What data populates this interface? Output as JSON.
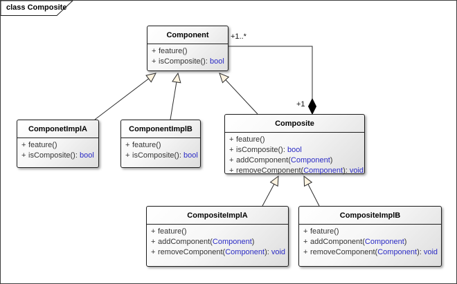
{
  "frame": {
    "label": "class Composite"
  },
  "colors": {
    "line": "#2b2b2b",
    "type_text": "#2a2ac4",
    "arrowhead_fill": "#fdf3e0",
    "diamond_fill": "#000000"
  },
  "relations": {
    "composition": {
      "source_mult": "+1",
      "target_mult": "+1..*"
    }
  },
  "classes": [
    {
      "name": "Component",
      "methods": [
        {
          "visibility": "+",
          "segments": [
            {
              "text": "feature()",
              "kind": "name"
            }
          ]
        },
        {
          "visibility": "+",
          "segments": [
            {
              "text": "isComposite(): ",
              "kind": "name"
            },
            {
              "text": "bool",
              "kind": "type"
            }
          ]
        }
      ]
    },
    {
      "name": "ComponetImplA",
      "methods": [
        {
          "visibility": "+",
          "segments": [
            {
              "text": "feature()",
              "kind": "name"
            }
          ]
        },
        {
          "visibility": "+",
          "segments": [
            {
              "text": "isComposite(): ",
              "kind": "name"
            },
            {
              "text": "bool",
              "kind": "type"
            }
          ]
        }
      ]
    },
    {
      "name": "ComponentImplB",
      "methods": [
        {
          "visibility": "+",
          "segments": [
            {
              "text": "feature()",
              "kind": "name"
            }
          ]
        },
        {
          "visibility": "+",
          "segments": [
            {
              "text": "isComposite(): ",
              "kind": "name"
            },
            {
              "text": "bool",
              "kind": "type"
            }
          ]
        }
      ]
    },
    {
      "name": "Composite",
      "methods": [
        {
          "visibility": "+",
          "segments": [
            {
              "text": "feature()",
              "kind": "name"
            }
          ]
        },
        {
          "visibility": "+",
          "segments": [
            {
              "text": "isComposite(): ",
              "kind": "name"
            },
            {
              "text": "bool",
              "kind": "type"
            }
          ]
        },
        {
          "visibility": "+",
          "segments": [
            {
              "text": "addComponent(",
              "kind": "name"
            },
            {
              "text": "Component",
              "kind": "type"
            },
            {
              "text": ")",
              "kind": "name"
            }
          ]
        },
        {
          "visibility": "+",
          "segments": [
            {
              "text": "removeComponent(",
              "kind": "name"
            },
            {
              "text": "Component",
              "kind": "type"
            },
            {
              "text": "): ",
              "kind": "name"
            },
            {
              "text": "void",
              "kind": "type"
            }
          ]
        }
      ]
    },
    {
      "name": "CompositeImplA",
      "methods": [
        {
          "visibility": "+",
          "segments": [
            {
              "text": "feature()",
              "kind": "name"
            }
          ]
        },
        {
          "visibility": "+",
          "segments": [
            {
              "text": "addComponent(",
              "kind": "name"
            },
            {
              "text": "Component",
              "kind": "type"
            },
            {
              "text": ")",
              "kind": "name"
            }
          ]
        },
        {
          "visibility": "+",
          "segments": [
            {
              "text": "removeComponent(",
              "kind": "name"
            },
            {
              "text": "Component",
              "kind": "type"
            },
            {
              "text": "): ",
              "kind": "name"
            },
            {
              "text": "void",
              "kind": "type"
            }
          ]
        }
      ]
    },
    {
      "name": "CompositeImplB",
      "methods": [
        {
          "visibility": "+",
          "segments": [
            {
              "text": "feature()",
              "kind": "name"
            }
          ]
        },
        {
          "visibility": "+",
          "segments": [
            {
              "text": "addComponent(",
              "kind": "name"
            },
            {
              "text": "Component",
              "kind": "type"
            },
            {
              "text": ")",
              "kind": "name"
            }
          ]
        },
        {
          "visibility": "+",
          "segments": [
            {
              "text": "removeComponent(",
              "kind": "name"
            },
            {
              "text": "Component",
              "kind": "type"
            },
            {
              "text": "): ",
              "kind": "name"
            },
            {
              "text": "void",
              "kind": "type"
            }
          ]
        }
      ]
    }
  ]
}
